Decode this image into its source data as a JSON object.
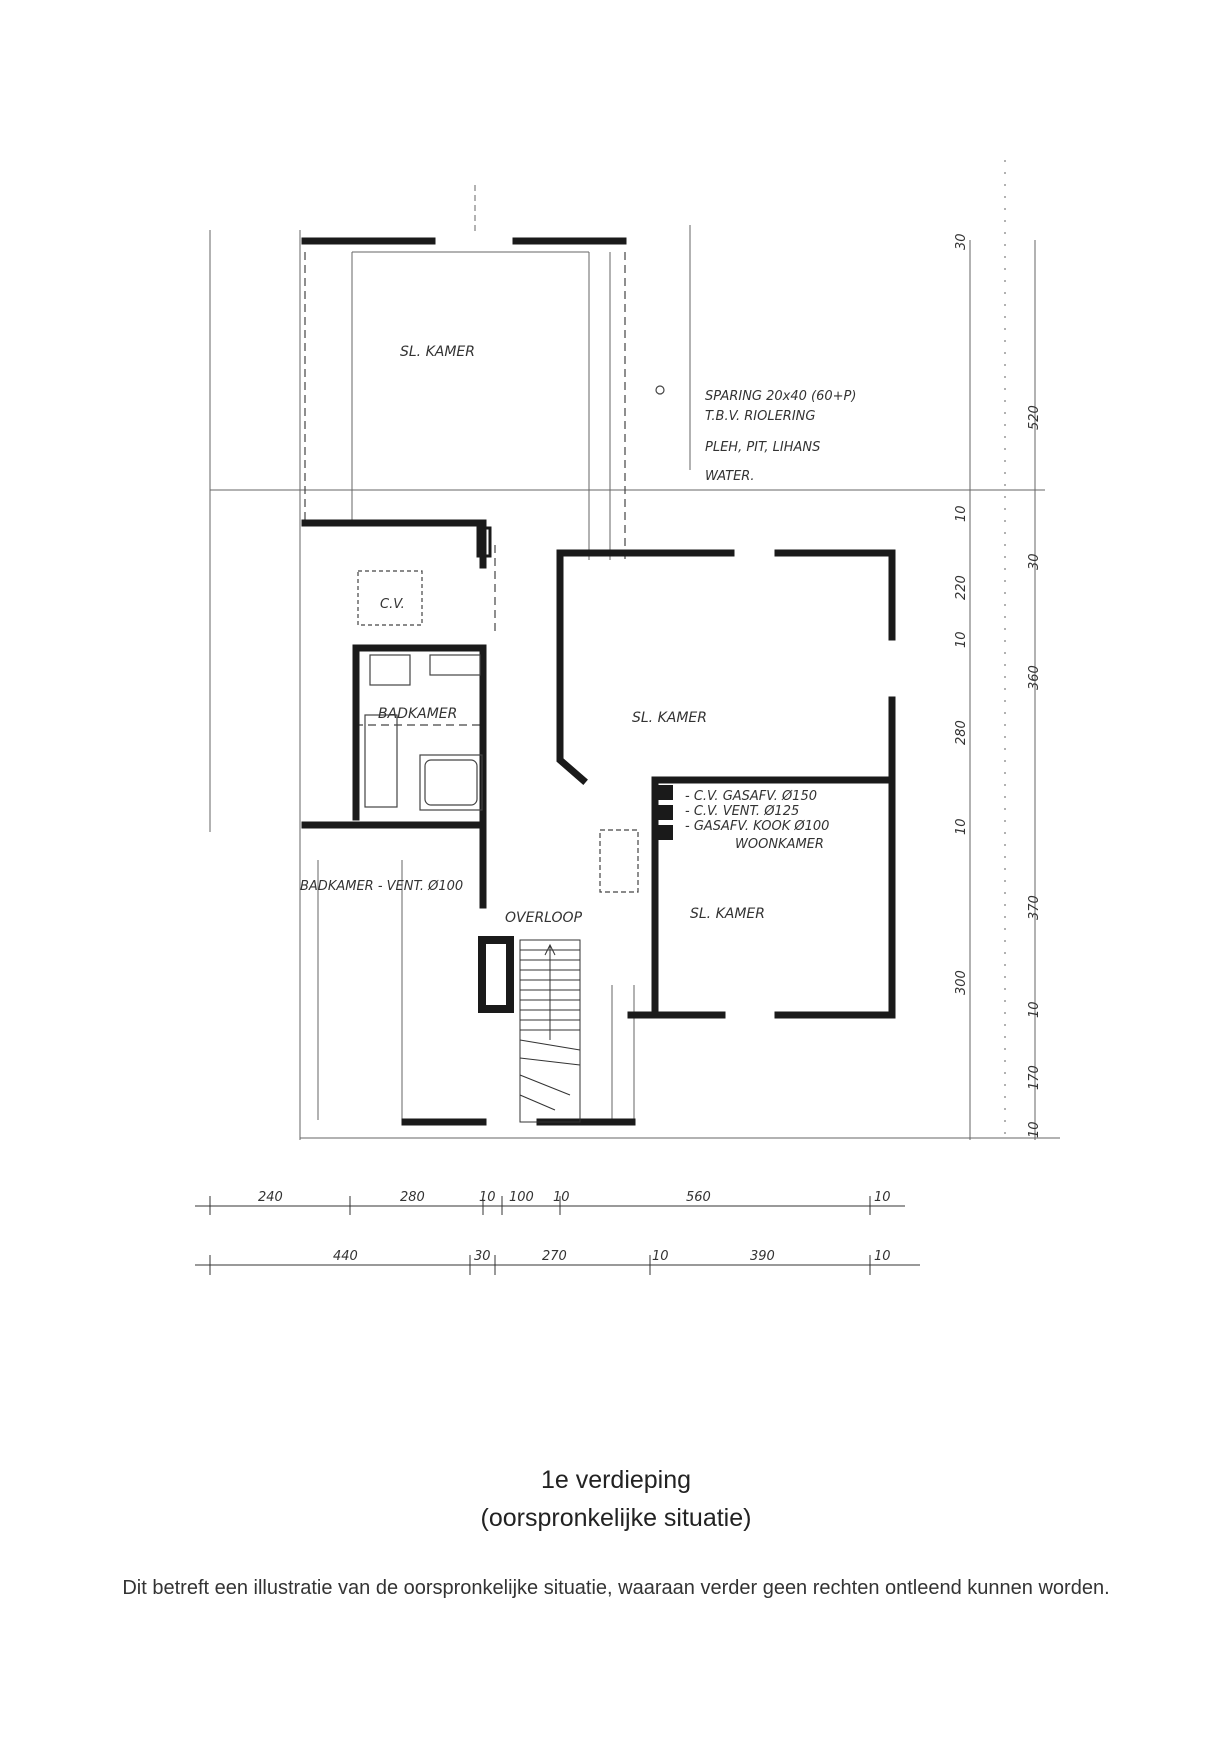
{
  "drawing": {
    "rooms": {
      "bedroom_top": "SL. KAMER",
      "bedroom_right": "SL. KAMER",
      "bedroom_bottom": "SL. KAMER",
      "bathroom": "BADKAMER",
      "landing": "OVERLOOP",
      "cv": "C.V."
    },
    "notes": {
      "sparing": [
        "SPARING 20x40 (60+P)",
        "T.B.V. RIOLERING",
        "PLEH, PIT, LIHANS",
        "WATER."
      ],
      "ducts": [
        "- C.V. GASAFV. Ø150",
        "- C.V. VENT. Ø125",
        "- GASAFV. KOOK Ø100",
        "WOONKAMER"
      ],
      "bath_vent": "BADKAMER - VENT. Ø100"
    },
    "dimensions": {
      "bottom_row1": [
        "240",
        "280",
        "10",
        "100",
        "10",
        "560",
        "10"
      ],
      "bottom_row2": [
        "440",
        "30",
        "270",
        "10",
        "390",
        "10"
      ],
      "right_col1": [
        "30",
        "520",
        "10",
        "220",
        "10",
        "280",
        "10",
        "370",
        "10",
        "170",
        "10"
      ],
      "right_col2": [
        "30",
        "360",
        "300"
      ]
    }
  },
  "caption": {
    "title": "1e verdieping",
    "subtitle": "(oorspronkelijke situatie)",
    "disclaimer": "Dit betreft een illustratie van de oorspronkelijke situatie, waaraan verder geen rechten ontleend kunnen worden."
  }
}
